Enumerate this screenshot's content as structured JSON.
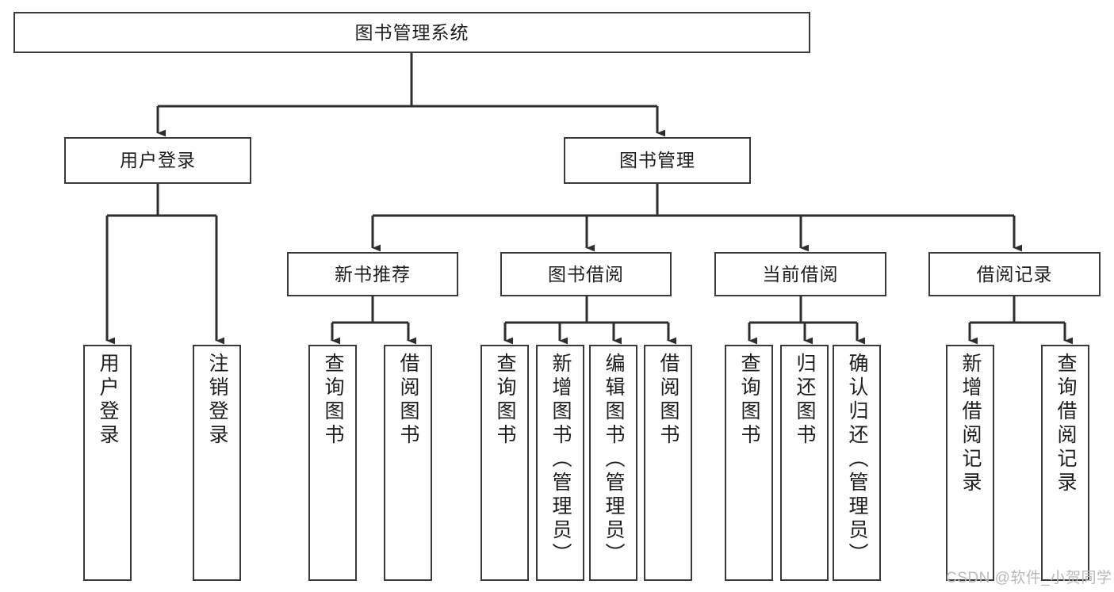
{
  "diagram": {
    "title": "图书管理系统",
    "type": "hierarchy-tree",
    "root": {
      "label": "图书管理系统"
    },
    "level2": [
      {
        "label": "用户登录"
      },
      {
        "label": "图书管理"
      }
    ],
    "level3": [
      {
        "label": "新书推荐"
      },
      {
        "label": "图书借阅"
      },
      {
        "label": "当前借阅"
      },
      {
        "label": "借阅记录"
      }
    ],
    "leaves": {
      "user_login": [
        {
          "label": "用户登录"
        },
        {
          "label": "注销登录"
        }
      ],
      "new_book_recommend": [
        {
          "label": "查询图书"
        },
        {
          "label": "借阅图书"
        }
      ],
      "book_borrow": [
        {
          "label": "查询图书"
        },
        {
          "label": "新增图书（管理员）"
        },
        {
          "label": "编辑图书（管理员）"
        },
        {
          "label": "借阅图书"
        }
      ],
      "current_borrow": [
        {
          "label": "查询图书"
        },
        {
          "label": "归还图书"
        },
        {
          "label": "确认归还（管理员）"
        }
      ],
      "borrow_record": [
        {
          "label": "新增借阅记录"
        },
        {
          "label": "查询借阅记录"
        }
      ]
    }
  },
  "watermark": {
    "text": "CSDN @软件_小贺同学"
  },
  "colors": {
    "border": "#3a3a3a",
    "edge": "#2e2e2e",
    "background": "#ffffff",
    "text": "#1d1d1d",
    "watermark": "#b9b9b9"
  }
}
